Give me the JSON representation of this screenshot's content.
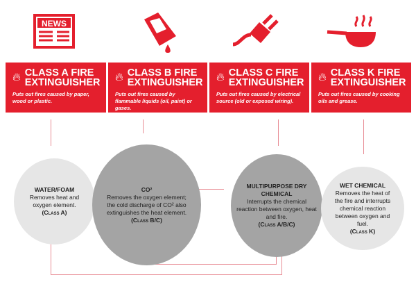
{
  "icons": {
    "a": "newspaper-icon",
    "b": "fuel-can-icon",
    "c": "electric-plug-icon",
    "k": "frying-pan-icon",
    "news_text": "NEWS"
  },
  "colors": {
    "accent": "#e41f2d",
    "light_circle": "#e6e6e6",
    "dark_circle": "#a4a4a4",
    "connector": "#e88c94"
  },
  "classes": [
    {
      "title": "CLASS A FIRE EXTINGUISHER",
      "desc": "Puts out fires caused by paper, wood or plastic."
    },
    {
      "title": "CLASS B FIRE EXTINGUISHER",
      "desc": "Puts out fires caused by flammable liquids (oil, paint) or gases."
    },
    {
      "title": "CLASS C FIRE EXTINGUISHER",
      "desc": "Puts out fires caused by electrical source (old or exposed wiring)."
    },
    {
      "title": "CLASS K FIRE EXTINGUISHER",
      "desc": "Puts out fires caused by cooking oils and grease."
    }
  ],
  "agents": [
    {
      "name": "WATER/FOAM",
      "desc": "Removes heat and oxygen element.",
      "classes": "(Class A)"
    },
    {
      "name": "CO²",
      "desc": "Removes the oxygen element; the cold discharge of CO² also extinguishes the heat element.",
      "classes": "(Class B/C)"
    },
    {
      "name": "MULTIPURPOSE DRY CHEMICAL",
      "desc": "Interrupts the chemical reaction between oxygen, heat and fire.",
      "classes": "(Class A/B/C)"
    },
    {
      "name": "WET CHEMICAL",
      "desc": "Removes the heat of the fire and interrupts chemical reaction between oxygen and fuel.",
      "classes": "(Class K)"
    }
  ]
}
